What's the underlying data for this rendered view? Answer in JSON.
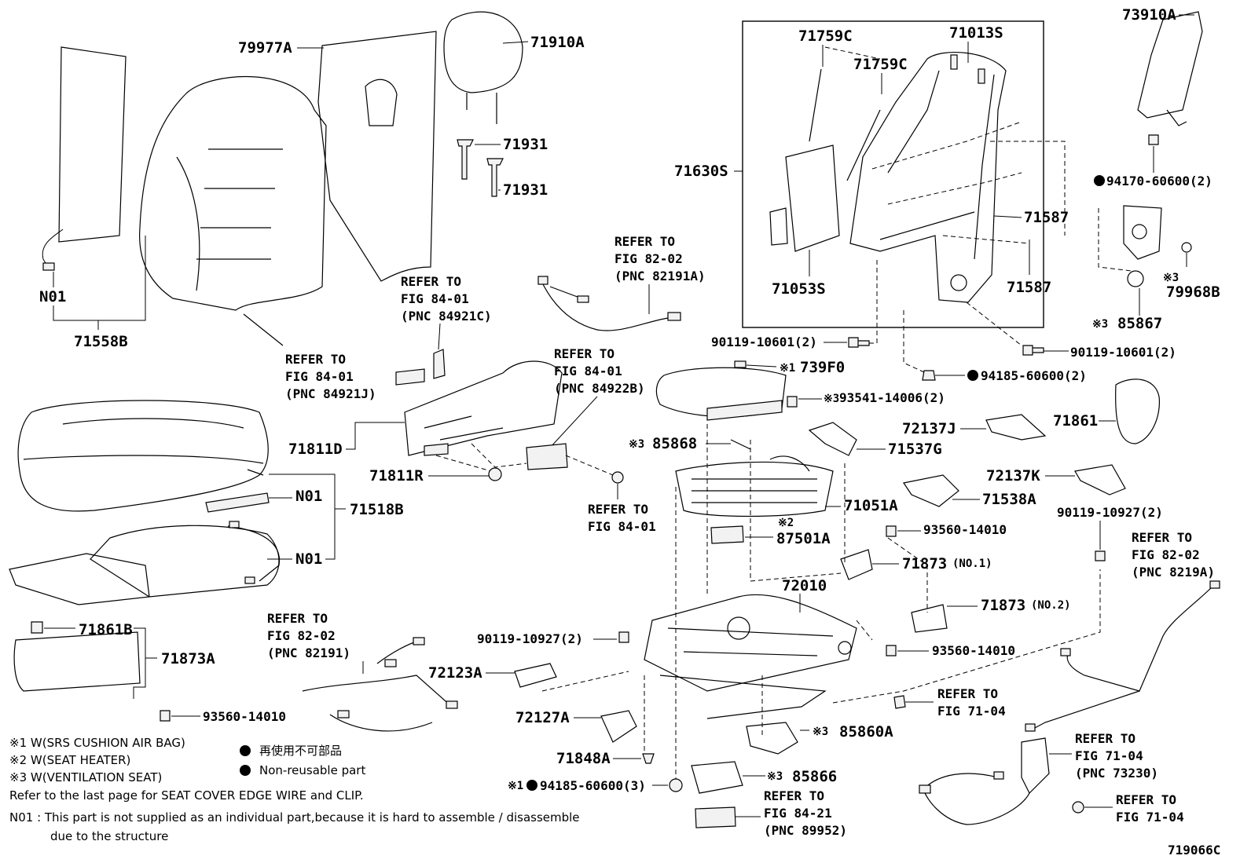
{
  "labels": {
    "p71558B": "71558B",
    "p79977A": "79977A",
    "p71910A": "71910A",
    "p71931a": "71931",
    "p71931b": "71931",
    "n01_back": "N01",
    "p71759C_a": "71759C",
    "p71759C_b": "71759C",
    "p71013S": "71013S",
    "p71630S": "71630S",
    "p71587a": "71587",
    "p71587b": "71587",
    "p71053S": "71053S",
    "p73910A": "73910A",
    "p94170": "94170-60600(2)",
    "p79968B": "79968B",
    "p85867": "85867",
    "p90119_10601a": "90119-10601(2)",
    "p90119_10601b": "90119-10601(2)",
    "p94185_60600": "94185-60600(2)",
    "p739F0": "739F0",
    "p93541": "93541-14006(2)",
    "p85868": "85868",
    "p72137J": "72137J",
    "p71537G": "71537G",
    "p71861": "71861",
    "p72137K": "72137K",
    "p71051A": "71051A",
    "p71538A": "71538A",
    "p87501A": "87501A",
    "p93560a": "93560-14010",
    "p90119_10927a": "90119-10927(2)",
    "p71873_1": "71873",
    "p71873_1s": "(NO.1)",
    "p72010": "72010",
    "p71873_2": "71873",
    "p71873_2s": "(NO.2)",
    "p90119_10927b": "90119-10927(2)",
    "p93560b": "93560-14010",
    "p71811D": "71811D",
    "p71811R": "71811R",
    "p71518B": "71518B",
    "n01_a": "N01",
    "n01_b": "N01",
    "p71861B": "71861B",
    "p71873A": "71873A",
    "p93560c": "93560-14010",
    "p72123A": "72123A",
    "p72127A": "72127A",
    "p71848A": "71848A",
    "p94185_3": "94185-60600(3)",
    "p85860A": "85860A",
    "p85866": "85866",
    "diagram_code": "719066C",
    "k1": "※1",
    "k2": "※2",
    "k3": "※3"
  },
  "refs": {
    "r84921C": [
      "REFER TO",
      "FIG 84-01",
      "(PNC 84921C)"
    ],
    "r84921J": [
      "REFER TO",
      "FIG 84-01",
      "(PNC 84921J)"
    ],
    "r82191A": [
      "REFER TO",
      "FIG 82-02",
      "(PNC 82191A)"
    ],
    "r84922B": [
      "REFER TO",
      "FIG 84-01",
      "(PNC 84922B)"
    ],
    "r8401": [
      "REFER TO",
      "FIG 84-01"
    ],
    "r82191": [
      "REFER TO",
      "FIG 82-02",
      "(PNC 82191)"
    ],
    "r8219A": [
      "REFER TO",
      "FIG 82-02",
      "(PNC 8219A)"
    ],
    "r7104a": [
      "REFER TO",
      "FIG 71-04"
    ],
    "r73230": [
      "REFER TO",
      "FIG 71-04",
      "(PNC 73230)"
    ],
    "r7104b": [
      "REFER TO",
      "FIG 71-04"
    ],
    "r89952": [
      "REFER TO",
      "FIG 84-21",
      "(PNC 89952)"
    ]
  },
  "notes": {
    "n1": "※1 W(SRS CUSHION AIR BAG)",
    "n2": "※2 W(SEAT HEATER)",
    "n3": "※3 W(VENTILATION SEAT)",
    "n4": "Refer to the last page for SEAT COVER EDGE WIRE and CLIP.",
    "n5a": "N01 : This part is not supplied as an individual part,because it is hard to assemble / disassemble",
    "n5b": "due to the structure",
    "legend_jp": "再使用不可部品",
    "legend_en": "Non-reusable part"
  }
}
